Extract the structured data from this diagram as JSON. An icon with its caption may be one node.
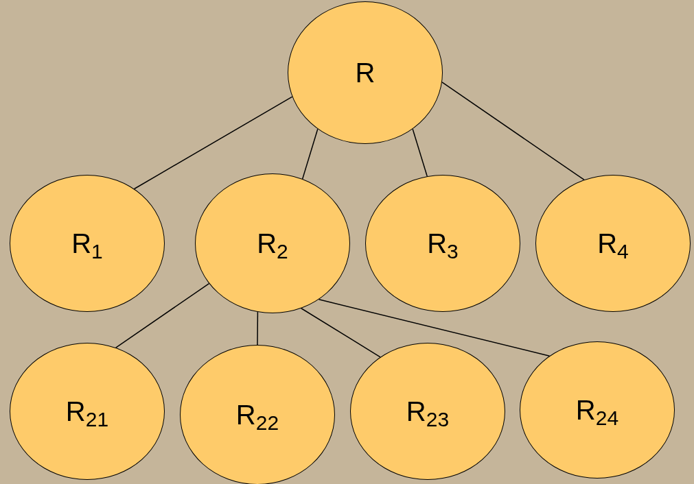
{
  "diagram": {
    "nodes": [
      {
        "text": [
          "R"
        ]
      },
      {
        "text": [
          "R$_{1}$"
        ]
      },
      {
        "text": [
          "R$_{2}$"
        ]
      },
      {
        "text": [
          "R$_{3}$"
        ]
      },
      {
        "text": [
          "R$_{4}$"
        ]
      },
      {
        "text": [
          "R$_{21}$"
        ]
      },
      {
        "text": [
          "R$_{22}$"
        ]
      },
      {
        "text": [
          "R$_{23}$"
        ]
      },
      {
        "text": [
          "R$_{24}$"
        ]
      }
    ],
    "edges": [
      {
        "from": 0,
        "to": 1,
        "arrow": "none"
      },
      {
        "from": 0,
        "to": 2,
        "arrow": "none"
      },
      {
        "from": 0,
        "to": 3,
        "arrow": "none"
      },
      {
        "from": 0,
        "to": 4,
        "arrow": "none"
      },
      {
        "from": 2,
        "to": 5,
        "arrow": "none"
      },
      {
        "from": 2,
        "to": 6,
        "arrow": "none"
      },
      {
        "from": 2,
        "to": 7,
        "arrow": "none"
      },
      {
        "from": 2,
        "to": 8,
        "arrow": "none"
      }
    ]
  }
}
